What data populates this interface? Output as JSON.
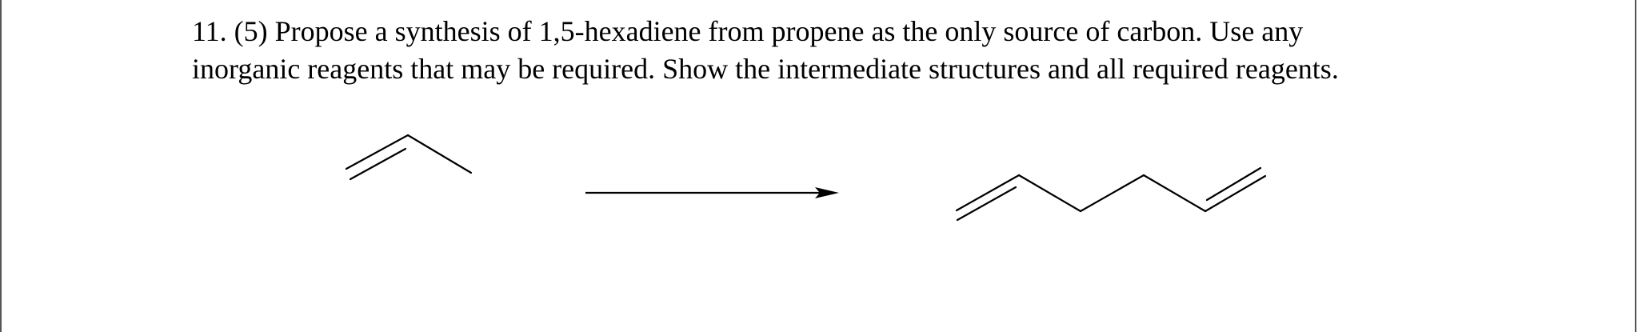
{
  "question": {
    "line_1": "11. (5) Propose a synthesis of 1,5-hexadiene from propene as the only source of carbon. Use any",
    "line_2": "inorganic reagents that may be required. Show the intermediate structures and all required reagents."
  },
  "scheme": {
    "starting_material": "propene",
    "product": "1,5-hexadiene",
    "arrow": "reaction-arrow",
    "line_color": "#000000"
  }
}
